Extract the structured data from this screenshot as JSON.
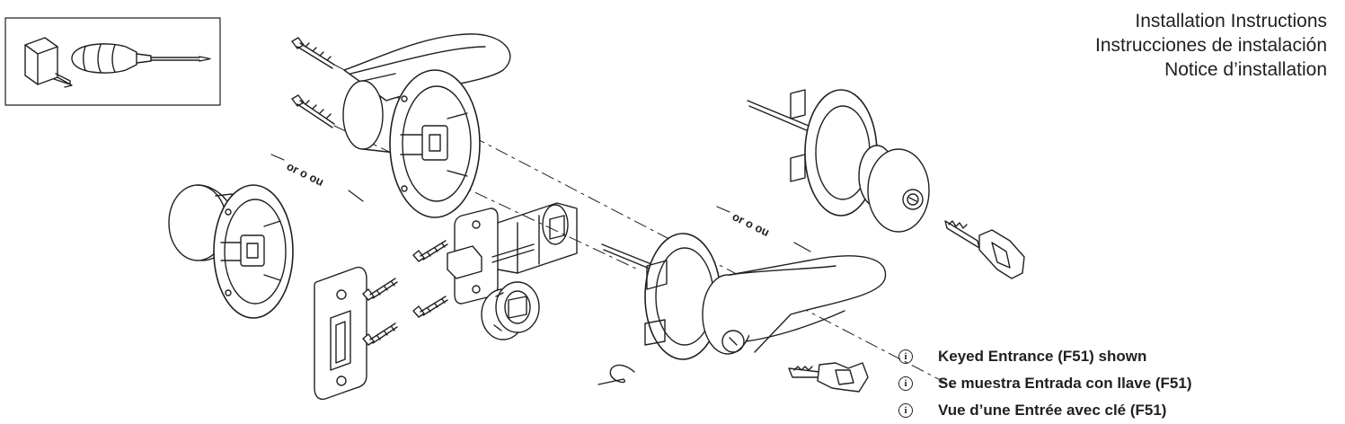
{
  "titles": {
    "en": "Installation Instructions",
    "es": "Instrucciones de instalación",
    "fr": "Notice d’installation"
  },
  "separator_text": "or  o  ou",
  "notes": [
    {
      "icon": "info-icon",
      "text": "Keyed Entrance (F51) shown"
    },
    {
      "icon": "info-icon",
      "text": "Se muestra Entrada con llave (F51)"
    },
    {
      "icon": "info-icon",
      "text": "Vue d’une Entrée avec clé (F51)"
    }
  ],
  "tools": [
    "tape-measure-icon",
    "screwdriver-icon"
  ]
}
